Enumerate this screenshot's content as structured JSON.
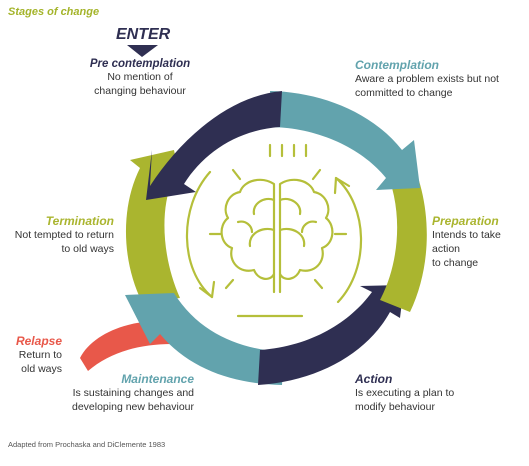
{
  "header": {
    "title": "Stages of change"
  },
  "enter_label": "ENTER",
  "stages": {
    "pre_contemplation": {
      "title": "Pre contemplation",
      "desc": [
        "No mention of",
        "changing behaviour"
      ]
    },
    "contemplation": {
      "title": "Contemplation",
      "desc": [
        "Aware a problem exists but not",
        "committed to change"
      ]
    },
    "preparation": {
      "title": "Preparation",
      "desc": [
        "Intends to take action",
        "to change"
      ]
    },
    "action": {
      "title": "Action",
      "desc": [
        "Is executing a plan to",
        "modify behaviour"
      ]
    },
    "maintenance": {
      "title": "Maintenance",
      "desc": [
        "Is sustaining changes and",
        "developing new behaviour"
      ]
    },
    "termination": {
      "title": "Termination",
      "desc": [
        "Not tempted to return",
        "to old ways"
      ]
    },
    "relapse": {
      "title": "Relapse",
      "desc": [
        "Return to",
        "old ways"
      ]
    }
  },
  "credit": "Adapted from Prochaska and DiClemente 1983",
  "colors": {
    "navy": "#2f2f52",
    "teal": "#62a3ad",
    "olive": "#aab52f",
    "red": "#e8584a",
    "header": "#a4b42a",
    "icon": "#b5bf3a"
  },
  "center_icon": "brain-icon"
}
